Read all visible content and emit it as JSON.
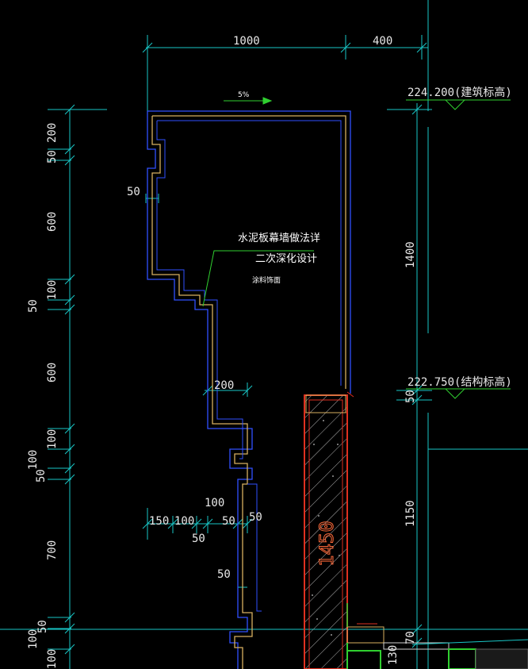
{
  "dimensions": {
    "top_1000": "1000",
    "top_400": "400",
    "slope": "5%",
    "left_200": "200",
    "left_50a": "50",
    "left_600a": "600",
    "left_100a": "100",
    "left_50b": "50",
    "left_600b": "600",
    "left_100b": "100",
    "left_100c": "100",
    "left_50c": "50",
    "left_700": "700",
    "left_50d": "50",
    "left_100d": "100",
    "left_100e": "100",
    "inner_50a": "50",
    "inner_200": "200",
    "inner_100": "100",
    "inner_150": "150",
    "inner_100b": "100",
    "inner_50b": "50",
    "inner_50c": "50",
    "inner_50d": "50",
    "inner_50e": "50",
    "right_1400": "1400",
    "right_50": "50",
    "right_1150": "1150",
    "right_70": "70",
    "right_130": "130",
    "wall_1450": "1450"
  },
  "levels": {
    "arch": "224.200(建筑标高)",
    "struct": "222.750(结构标高)"
  },
  "notes": {
    "line1": "水泥板幕墙做法详",
    "line2": "二次深化设计",
    "line3": "涂料饰面"
  },
  "colors": {
    "background": "#000000",
    "dim_line": "#19c6c6",
    "outline_blue": "#3050ff",
    "outline_tan": "#d8b060",
    "wall_red": "#e03020",
    "leader_green": "#30d030",
    "hatch": "#c0c0c0"
  }
}
